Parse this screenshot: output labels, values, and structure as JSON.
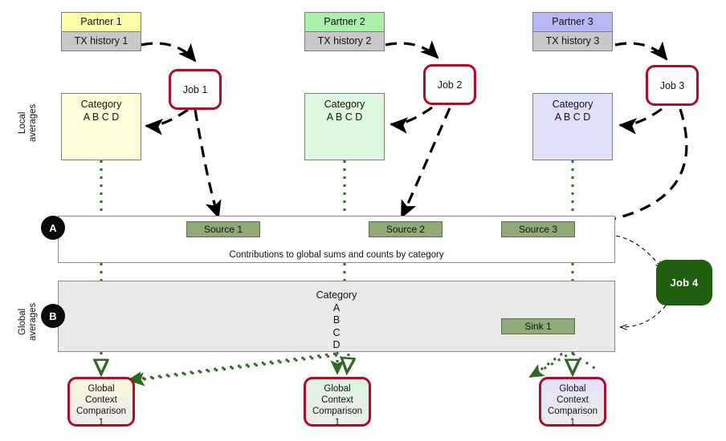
{
  "diagram": {
    "title": "Federated local and global averages dataflow",
    "colors": {
      "job_border": "#b00c29",
      "job4_fill": "#1e6010",
      "source_fill": "#8faa76",
      "dotted_green": "#2c6b1f",
      "dashed_black": "#000000",
      "panel_b_fill": "#e9e9e9",
      "tx_history_fill": "#c8c8c8",
      "partner1_fill": "#ffffa8",
      "partner2_fill": "#aaf0aa",
      "partner3_fill": "#b8b8f5",
      "category1_fill": "#ffffd9",
      "category2_fill": "#ddf8dd",
      "category3_fill": "#e0e0fb"
    },
    "side_labels": {
      "local": "Local\naverages",
      "global": "Global\naverages"
    },
    "badges": {
      "a": "A",
      "b": "B"
    },
    "columns": [
      {
        "partner_label": "Partner 1",
        "tx_label": "TX history 1",
        "job_label": "Job 1",
        "category_title": "Category",
        "category_items": [
          "A",
          "B",
          "C",
          "D"
        ],
        "source_label": "Source 1",
        "gcc_lines": [
          "Global",
          "Context",
          "Comparison",
          "1"
        ]
      },
      {
        "partner_label": "Partner 2",
        "tx_label": "TX history 2",
        "job_label": "Job 2",
        "category_title": "Category",
        "category_items": [
          "A",
          "B",
          "C",
          "D"
        ],
        "source_label": "Source 2",
        "gcc_lines": [
          "Global",
          "Context",
          "Comparison",
          "1"
        ]
      },
      {
        "partner_label": "Partner 3",
        "tx_label": "TX history 3",
        "job_label": "Job 3",
        "category_title": "Category",
        "category_items": [
          "A",
          "B",
          "C",
          "D"
        ],
        "source_label": "Source 3",
        "gcc_lines": [
          "Global",
          "Context",
          "Comparison",
          "1"
        ]
      }
    ],
    "panel_a": {
      "caption": "Contributions to global sums and counts by category"
    },
    "panel_b": {
      "category_title": "Category",
      "category_items": [
        "A",
        "B",
        "C",
        "D"
      ],
      "sink_label": "Sink 1"
    },
    "job4_label": "Job 4"
  }
}
